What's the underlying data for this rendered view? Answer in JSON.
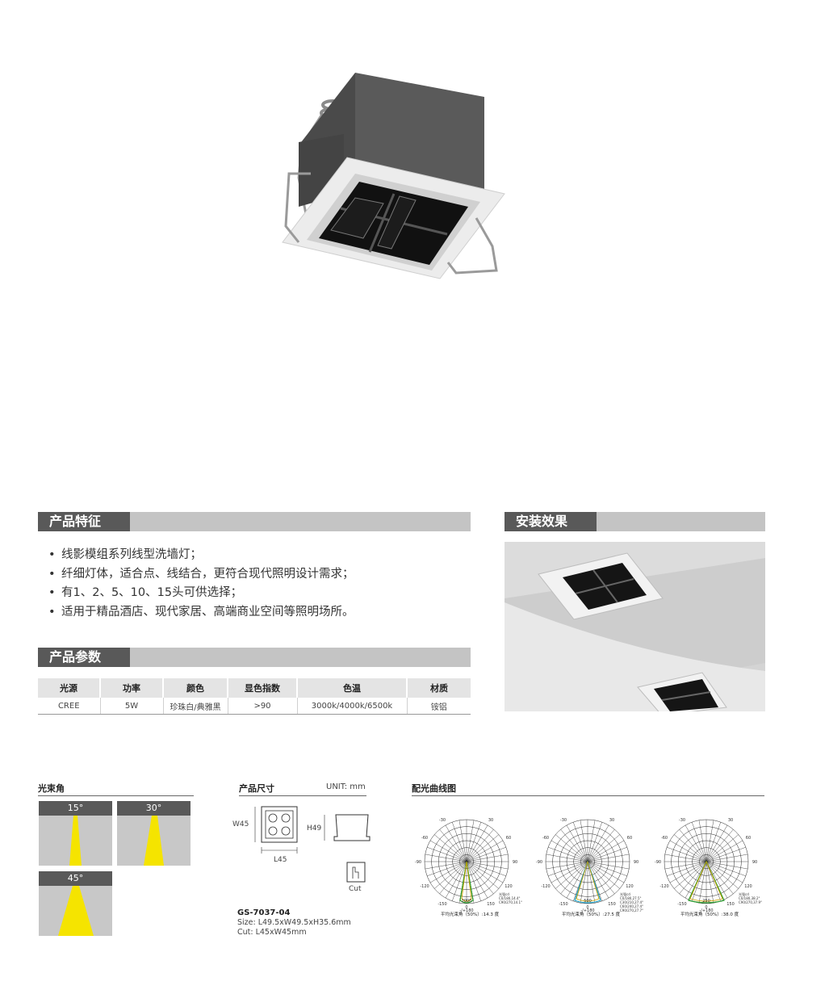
{
  "features": {
    "title": "产品特征",
    "items": [
      "线影模组系列线型洗墙灯；",
      "纤细灯体，适合点、线结合，更符合现代照明设计需求；",
      "有1、2、5、10、15头可供选择；",
      "适用于精品酒店、现代家居、高端商业空间等照明场所。"
    ]
  },
  "install": {
    "title": "安装效果"
  },
  "params": {
    "title": "产品参数",
    "headers": [
      "光源",
      "功率",
      "颜色",
      "显色指数",
      "色温",
      "材质"
    ],
    "values": [
      "CREE",
      "5W",
      "珍珠白/典雅黑",
      ">90",
      "3000k/4000k/6500k",
      "铵铝"
    ]
  },
  "beam": {
    "title": "光束角",
    "angles": [
      "15°",
      "30°",
      "45°"
    ],
    "colors": {
      "beam": "#f5e400",
      "panel": "#c8c8c8",
      "header": "#595959"
    }
  },
  "dimensions": {
    "title": "产品尺寸",
    "unit": "UNIT: mm",
    "w_label": "W45",
    "l_label": "L45",
    "h_label": "H49",
    "cut_label": "Cut",
    "model": "GS-7037-04",
    "size": "Size: L49.5xW49.5xH35.6mm",
    "cut": "Cut: L45xW45mm"
  },
  "curves": {
    "title": "配光曲线图",
    "angle_labels": [
      "-/+180",
      "-150",
      "150",
      "-120",
      "120",
      "-90",
      "90",
      "-60",
      "60",
      "-30",
      "30",
      "0"
    ],
    "diagrams": [
      {
        "caption": "平均光束角（50%）:14.3 度",
        "legend": [
          "光强cd",
          "C0/180,14.4°",
          "C90/270,14.1°"
        ],
        "scale": "2000"
      },
      {
        "caption": "平均光束角（50%）:27.5 度",
        "legend": [
          "光强cd",
          "C0/180,27.5°",
          "C30/210,27.4°",
          "C60/240,27.4°",
          "C90/270,27.7°"
        ],
        "scale": "500"
      },
      {
        "caption": "平均光束角（50%）:38.0 度",
        "legend": [
          "光强cd",
          "C0/180,38.2°",
          "C90/270,37.9°"
        ],
        "scale": "250"
      }
    ]
  }
}
